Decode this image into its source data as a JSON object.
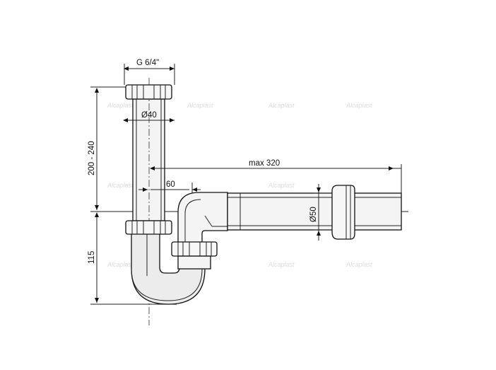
{
  "dimensions": {
    "thread": "G 6/4\"",
    "diameter_top": "Ø40",
    "max_length": "max 320",
    "offset": "60",
    "diameter_outlet": "Ø50",
    "height_range": "200 - 240",
    "trap_depth": "115"
  },
  "watermark": "Alcaplast"
}
